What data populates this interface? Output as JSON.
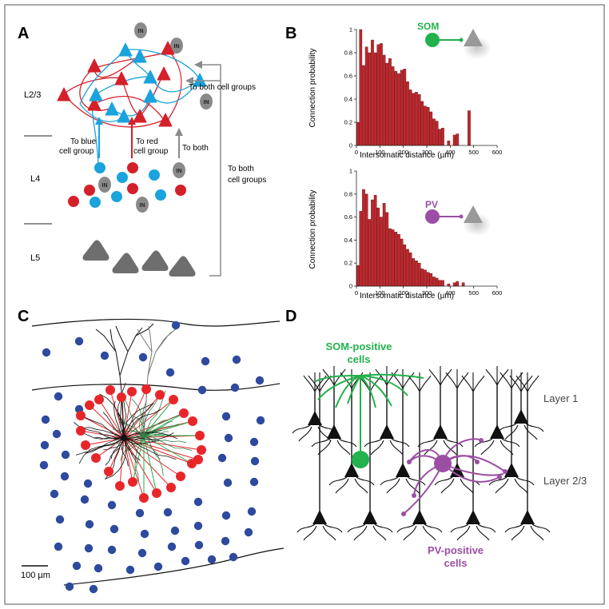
{
  "panels": {
    "A": {
      "letter": "A",
      "in_label": "IN",
      "layers": {
        "l23": "L2/3",
        "l4": "L4",
        "l5": "L5"
      },
      "annotations": {
        "to_blue_1": "To blue",
        "to_blue_2": "cell group",
        "to_red_1": "To red",
        "to_red_2": "cell group",
        "to_both": "To both",
        "to_both_groups_top": "To both cell groups",
        "to_both_groups_side_1": "To both",
        "to_both_groups_side_2": "cell groups"
      }
    },
    "B": {
      "letter": "B",
      "ylabel": "Connection probability",
      "xlabel": "Intersomatic distance (µm)",
      "som_label": "SOM",
      "pv_label": "PV"
    },
    "C": {
      "letter": "C",
      "scale_label": "100 µm"
    },
    "D": {
      "letter": "D",
      "som_label_1": "SOM-positive",
      "som_label_2": "cells",
      "pv_label_1": "PV-positive",
      "pv_label_2": "cells",
      "layer1": "Layer 1",
      "layer23": "Layer 2/3"
    }
  },
  "colors": {
    "blue_cell": "#1aa3dd",
    "red_cell": "#d4202a",
    "interneuron": "#8a8a8a",
    "pyramid_gray": "#6e6e6e",
    "som_green": "#22b14c",
    "pv_purple": "#9b4ea3",
    "bar_red": "#c1272d",
    "dot_blue": "#2e4a9e",
    "dot_red": "#e8262a"
  },
  "chart_data": [
    {
      "type": "bar",
      "title": "SOM",
      "xlabel": "Intersomatic distance (µm)",
      "ylabel": "Connection probability",
      "xlim": [
        0,
        600
      ],
      "ylim": [
        0,
        1
      ],
      "xticks": [
        0,
        100,
        200,
        300,
        400,
        500,
        600
      ],
      "yticks": [
        0,
        0.2,
        0.4,
        0.6,
        0.8,
        1
      ],
      "bin_width": 12.5,
      "bin_starts": [
        0,
        12.5,
        25,
        37.5,
        50,
        62.5,
        75,
        87.5,
        100,
        112.5,
        125,
        137.5,
        150,
        162.5,
        175,
        187.5,
        200,
        212.5,
        225,
        237.5,
        250,
        262.5,
        275,
        287.5,
        300,
        312.5,
        325,
        337.5,
        350,
        362.5,
        375,
        387.5,
        400,
        412.5,
        425,
        437.5,
        450,
        462.5,
        475
      ],
      "values": [
        0.2,
        1.0,
        0.69,
        0.85,
        0.8,
        0.91,
        0.8,
        0.87,
        0.88,
        0.78,
        0.71,
        0.75,
        0.68,
        0.64,
        0.62,
        0.65,
        0.66,
        0.55,
        0.48,
        0.45,
        0.46,
        0.44,
        0.38,
        0.34,
        0.33,
        0.29,
        0.23,
        0.21,
        0.14,
        0.15,
        0.0,
        0.04,
        0.0,
        0.09,
        0.1,
        0.0,
        0.0,
        0.0,
        0.3
      ]
    },
    {
      "type": "bar",
      "title": "PV",
      "xlabel": "Intersomatic distance (µm)",
      "ylabel": "Connection probability",
      "xlim": [
        0,
        600
      ],
      "ylim": [
        0,
        1
      ],
      "xticks": [
        0,
        100,
        200,
        300,
        400,
        500,
        600
      ],
      "yticks": [
        0,
        0.2,
        0.4,
        0.6,
        0.8,
        1
      ],
      "bin_width": 12.5,
      "bin_starts": [
        0,
        12.5,
        25,
        37.5,
        50,
        62.5,
        75,
        87.5,
        100,
        112.5,
        125,
        137.5,
        150,
        162.5,
        175,
        187.5,
        200,
        212.5,
        225,
        237.5,
        250,
        262.5,
        275,
        287.5,
        300,
        312.5,
        325,
        337.5,
        350,
        362.5,
        375,
        387.5,
        400,
        412.5,
        425,
        437.5,
        450
      ],
      "values": [
        0.18,
        0.65,
        0.84,
        0.8,
        0.58,
        0.75,
        0.79,
        0.68,
        0.6,
        0.72,
        0.64,
        0.5,
        0.49,
        0.47,
        0.45,
        0.41,
        0.36,
        0.32,
        0.29,
        0.24,
        0.22,
        0.2,
        0.15,
        0.14,
        0.12,
        0.11,
        0.08,
        0.07,
        0.05,
        0.05,
        0.0,
        0.02,
        0.0,
        0.03,
        0.04,
        0.0,
        0.03
      ]
    }
  ]
}
